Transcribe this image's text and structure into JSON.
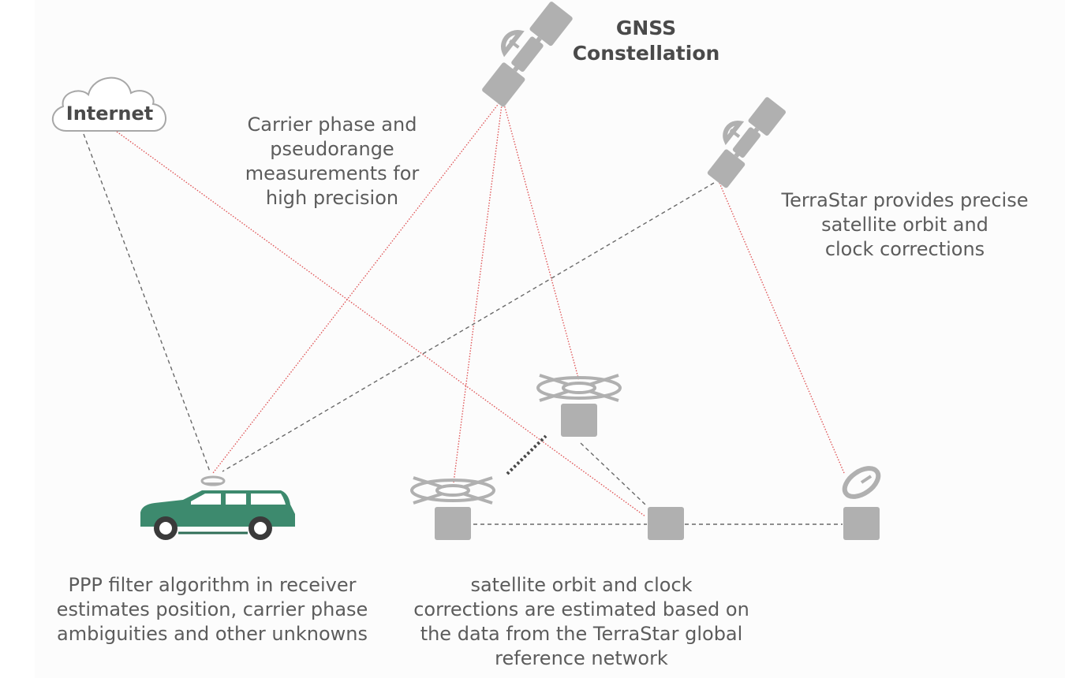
{
  "diagram": {
    "gnss_title": "GNSS\nConstellation",
    "internet_label": "Internet",
    "carrier_phase_label": "Carrier phase and\npseudorange\nmeasurements for\nhigh precision",
    "terrastar_label": "TerraStar provides precise\nsatellite orbit and\nclock corrections",
    "ppp_label": "PPP filter algorithm in receiver\nestimates position, carrier phase\nambiguities and other unknowns",
    "network_label": "satellite orbit and clock\ncorrections are estimated based on\nthe data from the TerraStar global\nreference network"
  },
  "colors": {
    "car": "#3d8a6e",
    "gray": "#b0b0b0",
    "signal_red": "#e0585a",
    "link_dash": "#6a6a6a",
    "text": "#5c5c5c",
    "background": "#fcfcfc"
  }
}
